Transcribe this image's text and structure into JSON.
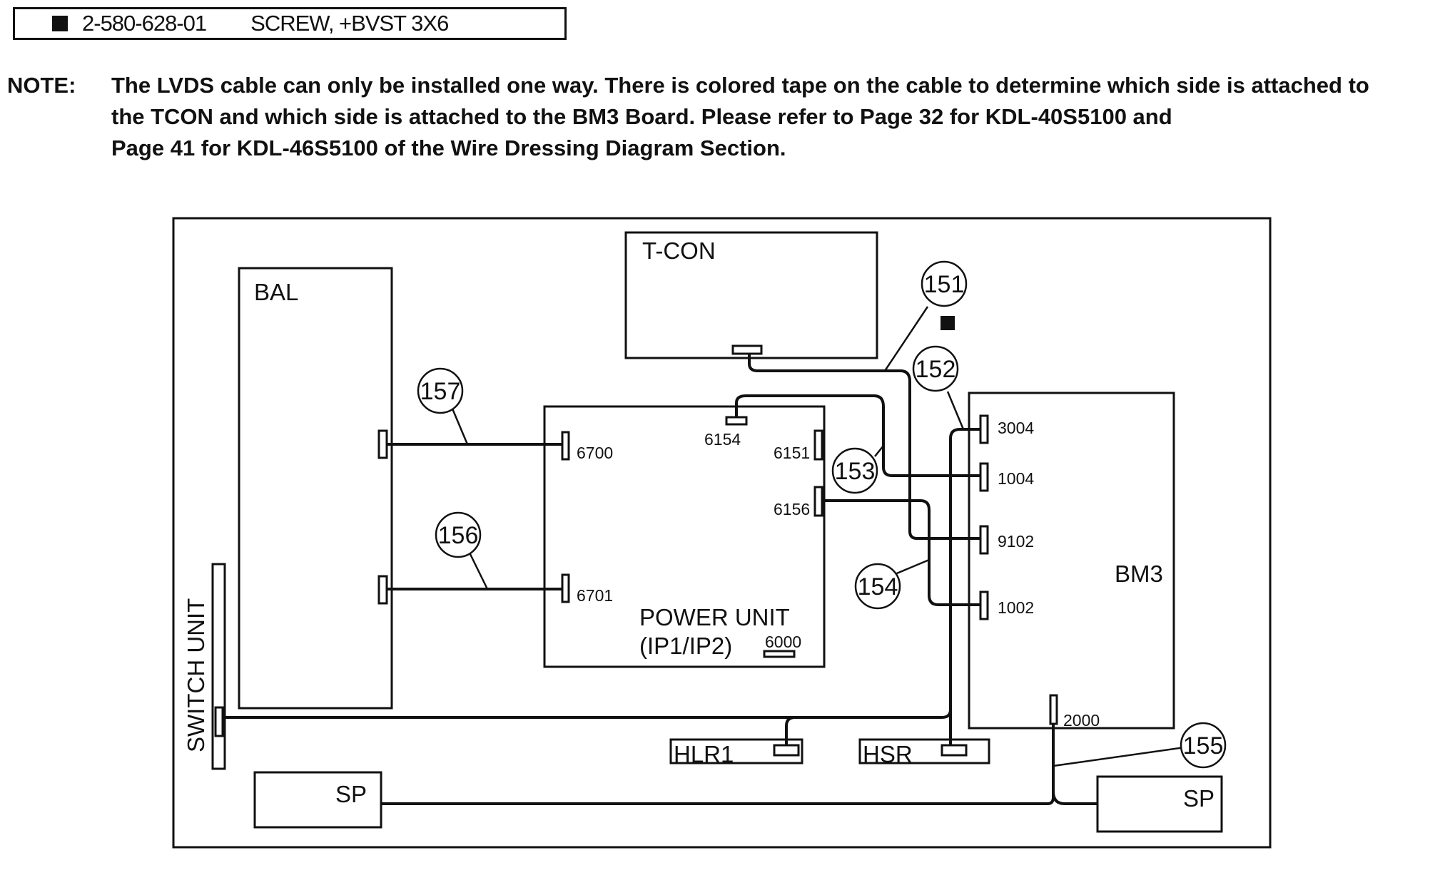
{
  "part": {
    "number": "2-580-628-01",
    "description": "SCREW, +BVST 3X6"
  },
  "note": {
    "label": "NOTE:",
    "line1": "The LVDS cable can only be installed one way. There is colored tape on the cable to determine which side is attached to",
    "line2": "the TCON and which side is attached to the BM3 Board. Please refer to Page 32 for KDL-40S5100 and",
    "line3": "Page 41 for KDL-46S5100 of the Wire Dressing Diagram Section."
  },
  "boards": {
    "tcon": "T-CON",
    "bal": "BAL",
    "bm3": "BM3",
    "power_unit_line1": "POWER UNIT",
    "power_unit_line2": "(IP1/IP2)",
    "switch_unit": "SWITCH UNIT",
    "hlr1": "HLR1",
    "hsr": "HSR",
    "sp_left": "SP",
    "sp_right": "SP"
  },
  "connectors": {
    "c6700": "6700",
    "c6701": "6701",
    "c6154": "6154",
    "c6151": "6151",
    "c6156": "6156",
    "c6000": "6000",
    "c3004": "3004",
    "c1004": "1004",
    "c9102": "9102",
    "c1002": "1002",
    "c2000": "2000"
  },
  "callouts": {
    "c151": "151",
    "c152": "152",
    "c153": "153",
    "c154": "154",
    "c155": "155",
    "c156": "156",
    "c157": "157"
  },
  "colors": {
    "ink": "#111111",
    "background": "#ffffff"
  }
}
